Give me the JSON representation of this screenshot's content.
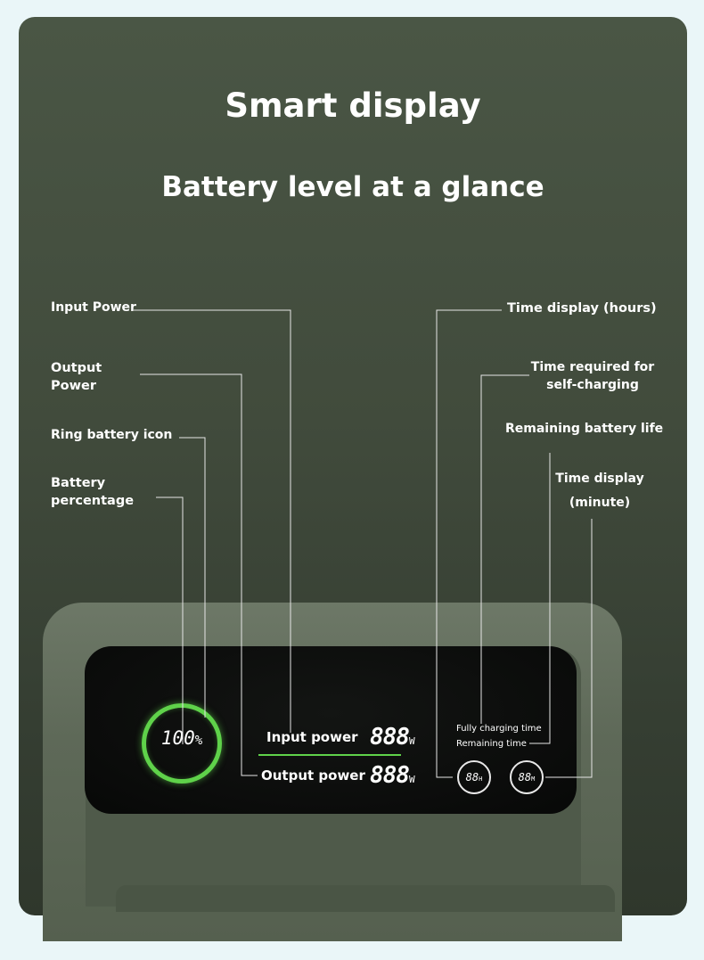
{
  "heading": {
    "title": "Smart display",
    "subtitle": "Battery level at a glance"
  },
  "callouts": {
    "input_power": "Input Power",
    "output_power_l1": "Output",
    "output_power_l2": "Power",
    "ring_battery_icon": "Ring battery icon",
    "battery_pct_l1": "Battery",
    "battery_pct_l2": "percentage",
    "time_hours": "Time display (hours)",
    "self_charging_l1": "Time required for",
    "self_charging_l2": "self-charging",
    "remaining_life": "Remaining battery life",
    "time_minute_l1": "Time display",
    "time_minute_l2": "(minute)"
  },
  "screen": {
    "battery_value": "100",
    "battery_unit": "%",
    "input_label": "Input power",
    "input_value": "888",
    "input_unit": "W",
    "output_label": "Output power",
    "output_value": "888",
    "output_unit": "W",
    "fully_charging": "Fully charging time",
    "remaining_time": "Remaining time",
    "hours_value": "88",
    "hours_unit": "H",
    "minutes_value": "88",
    "minutes_unit": "M"
  },
  "colors": {
    "background": "#eaf6f8",
    "panel": "#414b3c",
    "ring": "#5fd24a",
    "text": "#ffffff"
  }
}
